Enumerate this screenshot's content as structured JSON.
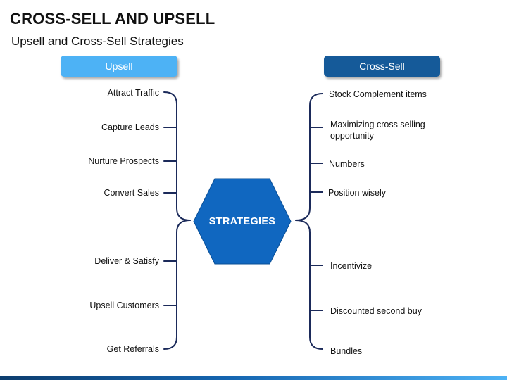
{
  "header": {
    "title": "CROSS-SELL AND UPSELL",
    "subtitle": "Upsell and Cross-Sell Strategies"
  },
  "left": {
    "heading": "Upsell",
    "color": "#4db2f5",
    "items": [
      "Attract Traffic",
      "Capture Leads",
      "Nurture Prospects",
      "Convert Sales",
      "Deliver & Satisfy",
      "Upsell Customers",
      "Get Referrals"
    ]
  },
  "right": {
    "heading": "Cross-Sell",
    "color": "#155a99",
    "items": [
      "Stock Complement items",
      "Maximizing cross selling opportunity",
      "Numbers",
      "Position wisely",
      "Incentivize",
      "Discounted second buy",
      "Bundles"
    ]
  },
  "center": {
    "label": "STRATEGIES",
    "color": "#1067c0"
  },
  "connector_color": "#1b2a5a"
}
